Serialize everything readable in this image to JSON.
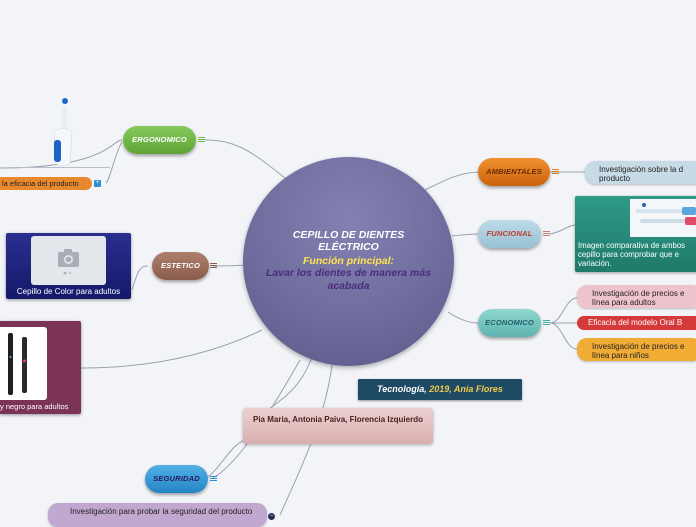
{
  "central": {
    "title": "CEPILLO DE DIENTES ELÉCTRICO",
    "subtitle": "Función principal:",
    "description": "Lavar los dientes de manera más acabada"
  },
  "branches": {
    "ergonomico": "ERGONOMICO",
    "estetico": "ESTETICO",
    "ambientales": "AMBIENTALES",
    "funcional": "FUNCIONAL",
    "economico": "ECONOMICO",
    "seguridad": "SEGURIDAD",
    "authors": "Pia Maria, Antonia Paiva, Florencia Izquierdo"
  },
  "topics": {
    "eficacia": "la eficacia del producto",
    "cepillo_color": "Cepillo de Color para adultos",
    "negro_adultos": "y negro para adultos",
    "inv_ambientales": "Investigación sobre la d producto",
    "imagen_comparativa": "Imagen comparativa de ambos cepillo para comprobar que e variación.",
    "precios_adultos": "Investigación de precios e línea para adultos",
    "eficacia_oral_b": "Eficacia del modelo Oral B",
    "precios_ninos": "Investigación de precios e línea para niños",
    "seguridad_inv": "Investigación para probar la seguridad del producto"
  },
  "tech_label": {
    "prefix": "Tecnología, ",
    "year": "2019",
    "suffix": ", Ania Flores"
  },
  "colors": {
    "central": "#6f6c9e",
    "ergonomico": "#72b84a",
    "estetico": "#9b6a58",
    "ambientales": "#e07a20",
    "funcional": "#a9cfe0",
    "economico": "#7ac8c4",
    "seguridad": "#3a9fd8",
    "authors": "#e4c2c2",
    "tech": "#1e4a66"
  }
}
